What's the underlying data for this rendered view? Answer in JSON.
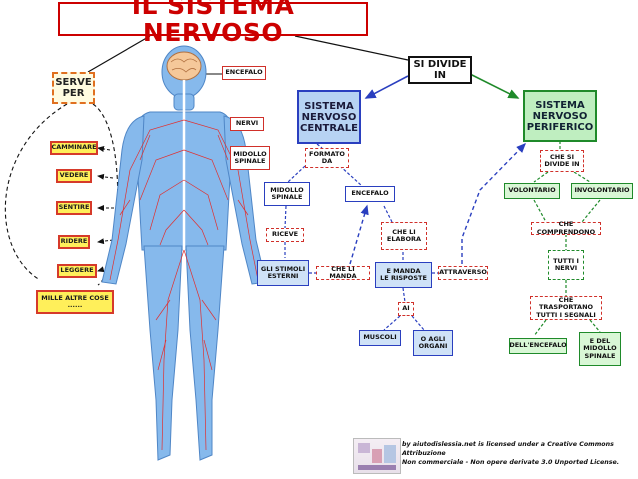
{
  "title": "IL SISTEMA NERVOSO",
  "colors": {
    "title_red": "#cc0000",
    "body_blue": "#79aee6",
    "nerve_red": "#e03030",
    "central_blue": "#2a3fbf",
    "peripheral_green": "#1f8a2a",
    "serve_orange": "#e07020",
    "yellow_box": "#ffef5a"
  },
  "body_labels": {
    "encefalo": "ENCEFALO",
    "nervi": "NERVI",
    "midollo": "MIDOLLO\nSPINALE"
  },
  "serve": {
    "heading": "SERVE\nPER",
    "items": [
      "CAMMINARE",
      "VEDERE",
      "SENTIRE",
      "RIDERE",
      "LEGGERE"
    ],
    "extra": "MILLE ALTRE COSE\n......"
  },
  "si_divide": "SI DIVIDE\nIN",
  "central": {
    "heading": "SISTEMA\nNERVOSO\nCENTRALE",
    "formato_da": "FORMATO\nDA",
    "midollo": "MIDOLLO\nSPINALE",
    "encefalo": "ENCEFALO",
    "riceve": "RICEVE",
    "stimoli": "GLI STIMOLI\nESTERNI",
    "che_li_manda": "CHE LI MANDA",
    "che_li_elabora": "CHE LI\nELABORA",
    "e_manda": "E MANDA\nLE RISPOSTE",
    "ai": "AI",
    "muscoli": "MUSCOLI",
    "organi": "O AGLI\nORGANI",
    "attraverso": "ATTRAVERSO"
  },
  "peripheral": {
    "heading": "SISTEMA\nNERVOSO\nPERIFERICO",
    "che_si_divide": "CHE SI\nDIVIDE IN",
    "volontario": "VOLONTARIO",
    "involontario": "INVOLONTARIO",
    "che_comprendono": "CHE COMPRENDONO",
    "tutti_nervi": "TUTTI I\nNERVI",
    "che_trasportano": "CHE TRASPORTANO\nTUTTI I SEGNALI",
    "dell_encefalo": "DELL'ENCEFALO",
    "e_del_midollo": "E DEL\nMIDOLLO\nSPINALE"
  },
  "license": {
    "line1": "by aiutodislessia.net is licensed under a Creative Commons Attribuzione",
    "line2": "Non commerciale - Non opere derivate 3.0 Unported License."
  }
}
